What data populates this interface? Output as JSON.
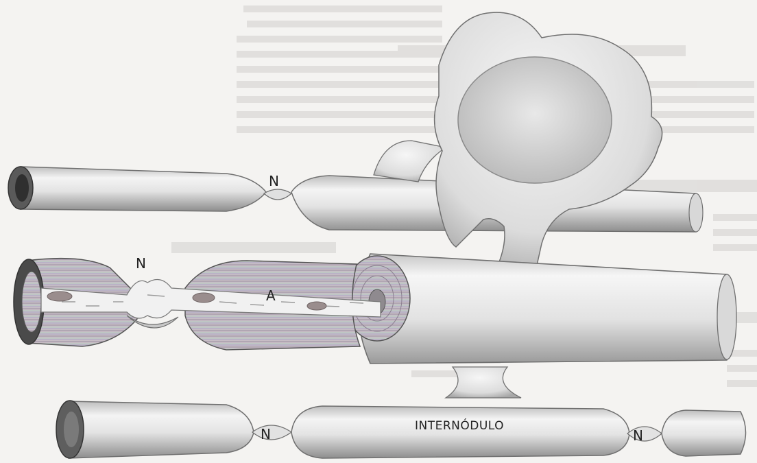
{
  "figure": {
    "labels": {
      "node_top": "N",
      "node_middle": "N",
      "axon": "A",
      "internode": "INTERNÓDULO",
      "node_bottom_left": "N",
      "node_bottom_right": "N"
    }
  },
  "colors": {
    "background": "#f4f3f1",
    "fiber_light": "#f2f2f2",
    "fiber_mid": "#cfcfcf",
    "fiber_dark": "#8e8e8e",
    "axon_cut": "#3e3e3e",
    "myelin_layers": "#b9a9b7"
  }
}
